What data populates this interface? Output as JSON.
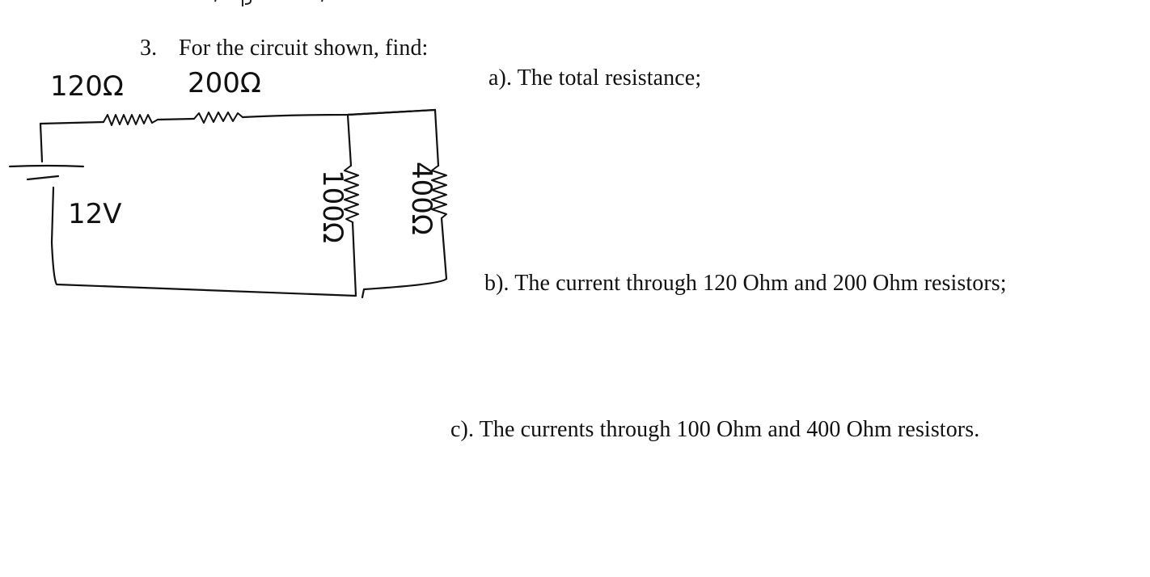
{
  "question": {
    "number": "3.",
    "title": "For the circuit shown, find:",
    "parts": {
      "a": "a). The total resistance;",
      "b": "b). The current through 120 Ohm and 200 Ohm resistors;",
      "c": "c).  The currents through 100 Ohm and 400 Ohm resistors."
    }
  },
  "circuit": {
    "r1_label": "120Ω",
    "r2_label": "200Ω",
    "r3_label": "100Ω",
    "r4_label": "400Ω",
    "source_label": "12V"
  }
}
